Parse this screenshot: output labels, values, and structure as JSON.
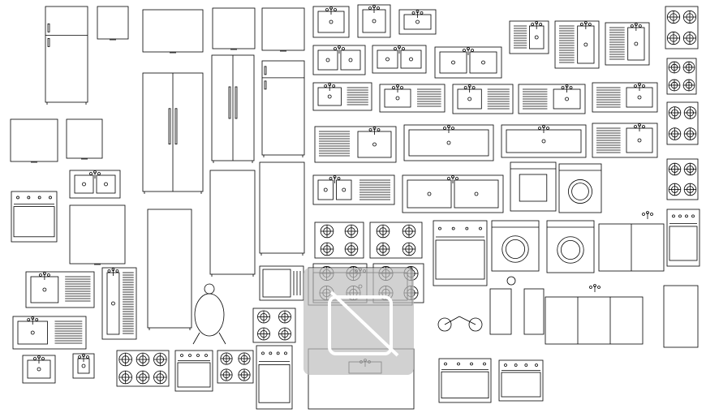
{
  "canvas": {
    "background": "#ffffff",
    "line_color": "#000000"
  },
  "overlay": {
    "icon": "image-unavailable-icon",
    "color": "#bdbdbd"
  },
  "blocks": {
    "refrigerators": "refrigerator-block",
    "sinks": "sink-block",
    "stoves": "stove-block",
    "washers": "washing-machine-block",
    "gas_cylinders": "gas-cylinder-block"
  }
}
